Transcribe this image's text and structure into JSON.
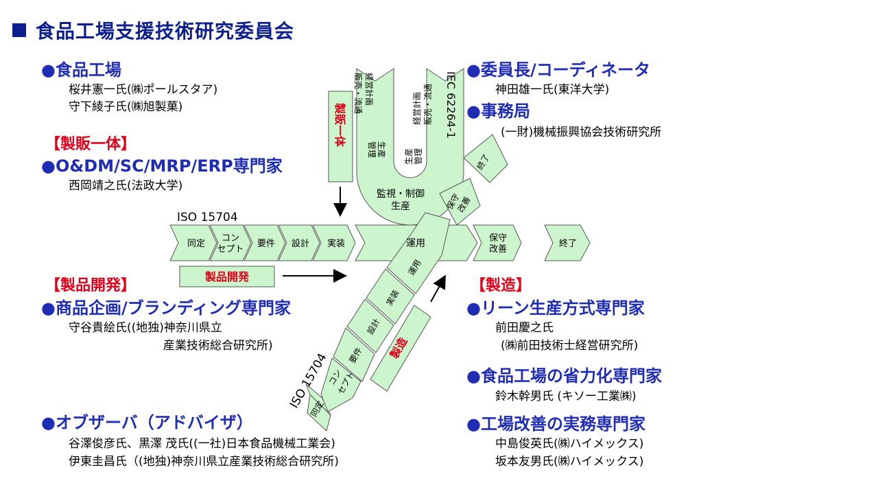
{
  "title": "食品工場支援技術研究委員会",
  "sections": {
    "food_factory": {
      "heading": "●食品工場",
      "lines": [
        "桜井憲一氏(㈱ポールスタア)",
        "守下綾子氏(㈱旭製菓)"
      ]
    },
    "seihan": {
      "tag": "【製販一体】",
      "heading": "●O&DM/SC/MRP/ERP専門家",
      "lines": [
        "西岡靖之氏(法政大学)"
      ]
    },
    "dev": {
      "tag": "【製品開発】",
      "heading": "●商品企画/ブランディング専門家",
      "lines": [
        "守谷貴絵氏((地独)神奈川県立",
        "産業技術総合研究所)"
      ]
    },
    "observer": {
      "heading": "●オブザーバ（アドバイザ）",
      "lines": [
        "谷澤俊彦氏、黒澤 茂氏((一社)日本食品機械工業会)",
        "伊東圭昌氏（(地独)神奈川県立産業技術総合研究所)"
      ]
    },
    "chair": {
      "heading": "●委員長/コーディネータ",
      "lines": [
        "神田雄一氏(東洋大学)"
      ]
    },
    "office": {
      "heading": "●事務局",
      "lines": [
        "(一財)機械振興協会技術研究所"
      ]
    },
    "mfg": {
      "tag": "【製造】"
    },
    "lean": {
      "heading": "●リーン生産方式専門家",
      "lines": [
        "前田慶之氏",
        "(㈱前田技術士経営研究所)"
      ]
    },
    "labor": {
      "heading": "●食品工場の省力化専門家",
      "lines": [
        "鈴木幹男氏 (キソー工業㈱)"
      ]
    },
    "kaizen": {
      "heading": "●工場改善の実務専門家",
      "lines": [
        "中島俊英氏(㈱ハイメックス)",
        "坂本友男氏(㈱ハイメックス)"
      ]
    }
  },
  "diagram": {
    "iso_top": "ISO 15704",
    "iso_diag": "ISO 15704",
    "iec": "IEC 62264-1",
    "h_steps": [
      "同定",
      "コン",
      "セプト",
      "要件",
      "設計",
      "実装",
      "運用",
      "保守",
      "改善",
      "終了"
    ],
    "diag_steps": [
      "同定",
      "コン",
      "セプト",
      "要件",
      "設計",
      "実装",
      "運用"
    ],
    "u_left": [
      "経営計画",
      "販売・流通",
      "生産",
      "管理"
    ],
    "u_right": [
      "経営計画",
      "販売・流通",
      "生産",
      "管理"
    ],
    "u_bottom": [
      "監視・制御",
      "生産"
    ],
    "side_steps": [
      "保守",
      "改善",
      "終了"
    ],
    "label_seihan": "製販一体",
    "label_dev": "製品開発",
    "label_mfg": "製造"
  },
  "colors": {
    "heading": "#1f2db5",
    "tag": "#e0001a",
    "shape_fill": "#cdf5cd",
    "shape_stroke": "#555555"
  }
}
